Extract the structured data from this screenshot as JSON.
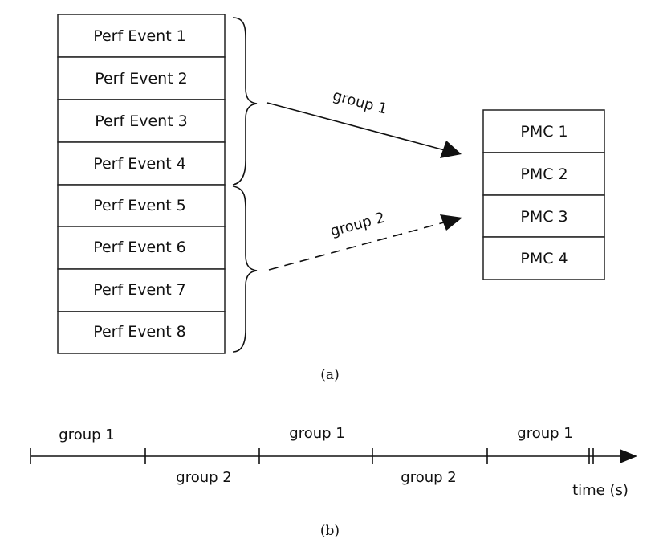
{
  "perf_events": [
    "Perf Event 1",
    "Perf Event 2",
    "Perf Event 3",
    "Perf Event 4",
    "Perf Event 5",
    "Perf Event 6",
    "Perf Event 7",
    "Perf Event 8"
  ],
  "pmcs": [
    "PMC 1",
    "PMC 2",
    "PMC 3",
    "PMC 4"
  ],
  "group_labels": {
    "group1": "group 1",
    "group2": "group 2"
  },
  "captions": {
    "a": "(a)",
    "b": "(b)"
  },
  "timeline": {
    "segments_top": [
      "group 1",
      "group 1",
      "group 1"
    ],
    "segments_bottom": [
      "group 2",
      "group 2"
    ],
    "axis_label": "time (s)"
  },
  "colors": {
    "stroke": "#111111",
    "background": "#ffffff"
  }
}
